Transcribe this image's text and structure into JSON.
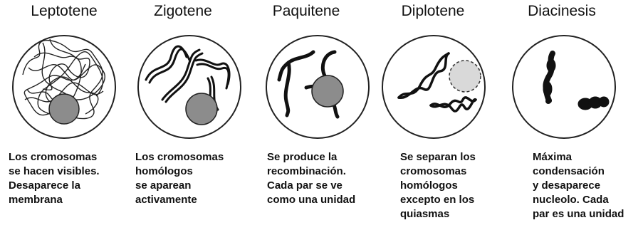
{
  "stages": [
    {
      "title": "Leptotene",
      "description": "Los cromosomas\nse hacen visibles.\nDesaparece la\nmembrana"
    },
    {
      "title": "Zigotene",
      "description": "Los cromosomas\nhomólogos\nse aparean\nactivamente"
    },
    {
      "title": "Paquitene",
      "description": "Se produce la\nrecombinación.\nCada par se ve\ncomo una unidad"
    },
    {
      "title": "Diplotene",
      "description": "Se separan los\ncromosomas\nhomólogos\nexcepto en los\nquiasmas"
    },
    {
      "title": "Diacinesis",
      "description": "Máxima\ncondensación\ny desaparece\nnucleolo. Cada\npar es una unidad"
    }
  ],
  "colors": {
    "nucleus_outline": "#222222",
    "chromosome": "#111111",
    "nucleolus": "#8c8c8c",
    "nucleolus_fading": "#d9d9d9"
  }
}
